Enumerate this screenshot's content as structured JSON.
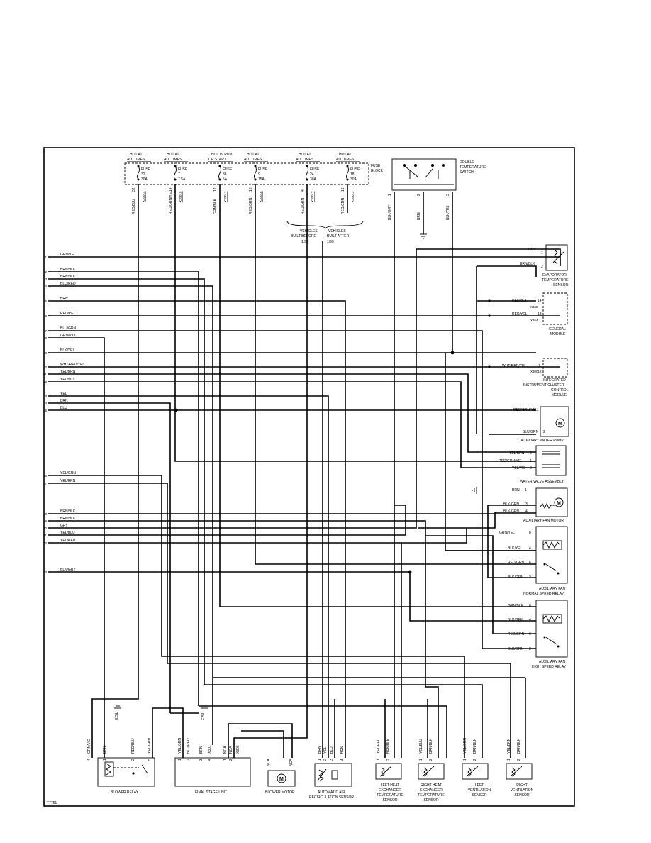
{
  "ref_code": "T7751",
  "fuses": [
    {
      "hot": [
        "HOT AT",
        "ALL TIMES"
      ],
      "fuse": "FUSE",
      "num": "32",
      "amp": "30A"
    },
    {
      "hot": [
        "HOT AT",
        "ALL TIMES"
      ],
      "fuse": "FUSE",
      "num": "7",
      "amp": "7.5A"
    },
    {
      "hot": [
        "HOT IN RUN",
        "OR START"
      ],
      "fuse": "FUSE",
      "num": "36",
      "amp": "5A"
    },
    {
      "hot": [
        "HOT AT",
        "ALL TIMES"
      ],
      "fuse": "FUSE",
      "num": "9",
      "amp": "15A"
    },
    {
      "hot": [
        "HOT AT",
        "ALL TIMES"
      ],
      "fuse": "FUSE",
      "num": "24",
      "amp": "30A"
    },
    {
      "hot": [
        "HOT AT",
        "ALL TIMES"
      ],
      "fuse": "FUSE",
      "num": "18",
      "amp": "30A"
    }
  ],
  "fuse_block": [
    "FUSE",
    "BLOCK"
  ],
  "fuse_wires": [
    {
      "pin": "32",
      "color": "RED/BLU",
      "conn": "X30014"
    },
    {
      "pin": "14",
      "color": "RED/GRN/YEL",
      "conn": "X30015"
    },
    {
      "pin": "12",
      "color": "GRN/BLK",
      "conn": "X30017"
    },
    {
      "pin": "16",
      "color": "RED/GRN",
      "conn": "X30016"
    },
    {
      "pin": "4",
      "color": "RED/GRN",
      "conn": "X30012"
    },
    {
      "pin": "16",
      "color": "RED/GRN",
      "conn": "X30013"
    }
  ],
  "vehicles": {
    "before": [
      "VEHICLES",
      "BUILT BEFORE",
      "1/95"
    ],
    "after": [
      "VEHICLES",
      "BUILT AFTER",
      "1/95"
    ]
  },
  "dts": {
    "label": [
      "DOUBLE",
      "TEMPERATURE",
      "SWITCH"
    ],
    "wires": [
      {
        "pin": "1",
        "color": "BLK/GRY"
      },
      {
        "pin": "2",
        "color": "BRN"
      },
      {
        "pin": "3",
        "color": "BLK/YEL"
      }
    ]
  },
  "left_wires": [
    {
      "num": "1",
      "color": "GRN/YEL"
    },
    {
      "num": "2",
      "color": "BRN/BLK"
    },
    {
      "num": "3",
      "color": "BRN/BLK"
    },
    {
      "num": "4",
      "color": "BLU/RED"
    },
    {
      "num": "5",
      "color": "BRN"
    },
    {
      "num": "6",
      "color": "RED/YEL"
    },
    {
      "num": "7",
      "color": "BLU/GRN"
    },
    {
      "num": "8",
      "color": "GRN/VIO"
    },
    {
      "num": "9",
      "color": "BLK/YEL"
    },
    {
      "num": "10",
      "color": "WHT/RED/YEL"
    },
    {
      "num": "11",
      "color": "YEL/BRN"
    },
    {
      "num": "12",
      "color": "YEL/VIO"
    },
    {
      "num": "13",
      "color": "YEL"
    },
    {
      "num": "14",
      "color": "BRN"
    },
    {
      "num": "15",
      "color": "BLU"
    },
    {
      "num": "16",
      "color": "YEL/GRN"
    },
    {
      "num": "17",
      "color": "YEL/BRN"
    },
    {
      "num": "18",
      "color": "BRN/BLK"
    },
    {
      "num": "19",
      "color": "BRN/BLK"
    },
    {
      "num": "20",
      "color": "GRY"
    },
    {
      "num": "21",
      "color": "YEL/BLU"
    },
    {
      "num": "22",
      "color": "YEL/RED"
    },
    {
      "num": "23",
      "color": "BLK/GRY"
    }
  ],
  "evap": {
    "w1": "GRY",
    "p1": "1",
    "w2": "BRN/BLK",
    "p2": "2",
    "label": [
      "EVAPORATOR",
      "TEMPERATURE",
      "SENSOR"
    ]
  },
  "gm": {
    "w1": "RED/BLK",
    "p1": "14",
    "c1": "X365",
    "w2": "RED/YEL",
    "p2": "13",
    "c2": "X364",
    "label": [
      "GENERAL",
      "MODULE"
    ]
  },
  "icc": {
    "w1": "WHT/RED/YEL",
    "p1": "1",
    "c1": "X30012",
    "label": [
      "INTEGRATED",
      "INSTRUMENT CLUSTER",
      "CONTROL",
      "MODULE"
    ]
  },
  "awp": {
    "w1": "RED/GRN/YEL",
    "p1": "1",
    "w2": "BLU/GRN",
    "p2": "2",
    "label": [
      "AUXILIARY WATER PUMP"
    ]
  },
  "wva": {
    "w1": "YEL/BRN",
    "p1": "2",
    "w2": "RED/GRN/YEL",
    "p2": "1",
    "w3": "YEL/VIO",
    "p3": "3",
    "label": [
      "WATER VALVE ASSEMBLY"
    ]
  },
  "afm": {
    "w1": "BRN",
    "p1": "1",
    "w2": "BLK/GRN",
    "p2": "3",
    "w3": "BLK/GRN",
    "p3": "4",
    "label": [
      "AUXILIARY FAN MOTOR"
    ]
  },
  "nsr": {
    "w1": "GRN/YEL",
    "p1": "8",
    "w2": "BLK/YEL",
    "p2": "4",
    "w3": "RED/GRN",
    "p3": "6",
    "w4": "BLK/GRN",
    "p4": "2",
    "label": [
      "AUXILIARY FAN",
      "NORMAL SPEED RELAY"
    ]
  },
  "hsr": {
    "w1": "GRN/BLK",
    "p1": "8",
    "w2": "BLK/GRY",
    "p2": "4",
    "w3": "RED/GRN",
    "p3": "6",
    "w4": "BLK/GRN",
    "p4": "2",
    "label": [
      "AUXILIARY FAN",
      "HIGH SPEED RELAY"
    ]
  },
  "blower_relay": {
    "label": [
      "BLOWER RELAY"
    ],
    "wires": [
      {
        "pin": "4",
        "color": "GRN/VIO"
      },
      {
        "pin": "1",
        "color": "BRN"
      },
      {
        "pin": "2",
        "color": "RED/BLU"
      },
      {
        "pin": "5",
        "color": "YEL/GRN"
      }
    ],
    "ground": "E25L"
  },
  "fsu": {
    "label": [
      "FINAL STAGE UNIT"
    ],
    "wires": [
      {
        "pin": "1",
        "color": "YEL/GRN"
      },
      {
        "pin": "2",
        "color": "BLU/RED"
      },
      {
        "pin": "3",
        "color": "BRN"
      },
      {
        "pin": "4",
        "color": "X301"
      }
    ],
    "ground": "E25L"
  },
  "bm": {
    "label": [
      "BLOWER MOTOR"
    ],
    "wires": [
      {
        "pin": "1",
        "color": "NCA"
      },
      {
        "pin": "2",
        "color": "NCA"
      },
      {
        "pin": "",
        "color": "X306"
      }
    ],
    "side": [
      "NCA",
      "NCA"
    ]
  },
  "aars": {
    "label": [
      "AUTOMATIC AIR",
      "RECIRCULATION SENSOR"
    ],
    "wires": [
      {
        "pin": "1",
        "color": "BRN"
      },
      {
        "pin": "2",
        "color": "YEL"
      },
      {
        "pin": "3",
        "color": "BLU"
      },
      {
        "pin": "4",
        "color": "BRN"
      }
    ]
  },
  "lhe": {
    "label": [
      "LEFT HEAT",
      "EXCHANGER",
      "TEMPERATURE",
      "SENSOR"
    ],
    "wires": [
      {
        "pin": "1",
        "color": "YEL/RED"
      },
      {
        "pin": "2",
        "color": "BRN/BLK"
      }
    ]
  },
  "rhe": {
    "label": [
      "RIGHT HEAT",
      "EXCHANGER",
      "TEMPERATURE",
      "SENSOR"
    ],
    "wires": [
      {
        "pin": "1",
        "color": "YEL/BLU"
      },
      {
        "pin": "2",
        "color": "BRN/BLK"
      }
    ]
  },
  "lvs": {
    "label": [
      "LEFT",
      "VENTILATION",
      "SENSOR"
    ],
    "wires": [
      {
        "pin": "1",
        "color": "YEL/GRN"
      },
      {
        "pin": "2",
        "color": "BRN/BLK"
      }
    ]
  },
  "rvs": {
    "label": [
      "RIGHT",
      "VENTILATION",
      "SENSOR"
    ],
    "wires": [
      {
        "pin": "1",
        "color": "YEL/BRN"
      },
      {
        "pin": "2",
        "color": "BRN/BLK"
      }
    ]
  }
}
